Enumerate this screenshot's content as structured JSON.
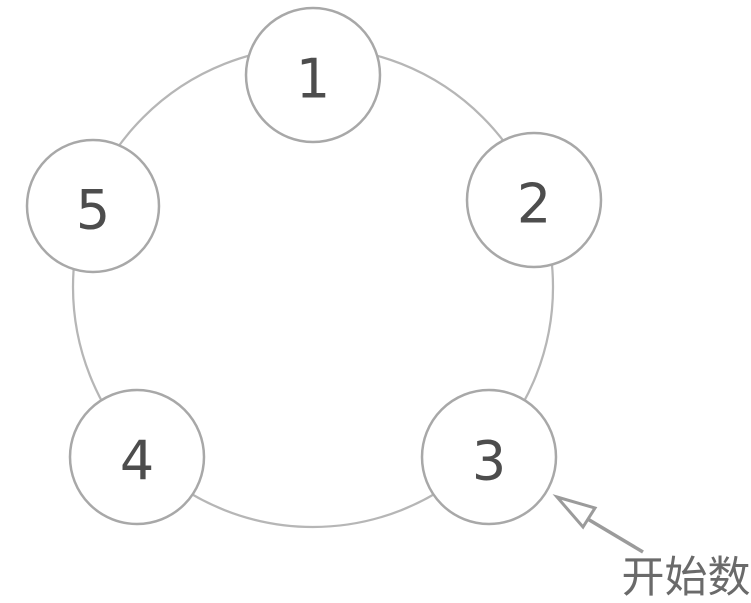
{
  "diagram": {
    "title": "circle-counting-diagram",
    "nodes": [
      {
        "label": "1"
      },
      {
        "label": "2"
      },
      {
        "label": "3"
      },
      {
        "label": "4"
      },
      {
        "label": "5"
      }
    ],
    "annotation": {
      "label": "开始数",
      "points_to_node": "3"
    }
  },
  "colors": {
    "background": "#ffffff",
    "ring_stroke": "#b6b6b6",
    "node_stroke": "#a8a8a8",
    "node_fill": "#ffffff",
    "number_text": "#4d4d4d",
    "annotation_text": "#6a6a6a",
    "arrow_stroke": "#9b9b9b"
  }
}
